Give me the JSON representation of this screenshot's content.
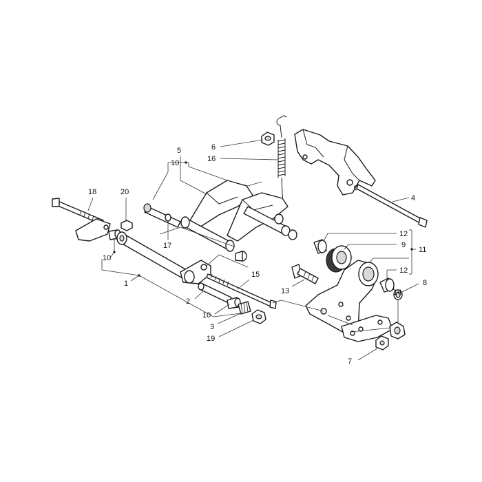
{
  "callouts": {
    "c1": "1",
    "c2": "2",
    "c3": "3",
    "c4": "4",
    "c5": "5",
    "c6": "6",
    "c7": "7",
    "c8": "8",
    "c9": "9",
    "c10a": "10",
    "c10b": "10",
    "c10c": "10",
    "c11": "11",
    "c12a": "12",
    "c12b": "12",
    "c13": "13",
    "c14": "14",
    "c15": "15",
    "c16": "16",
    "c17": "17",
    "c18": "18",
    "c19": "19",
    "c20": "20"
  }
}
